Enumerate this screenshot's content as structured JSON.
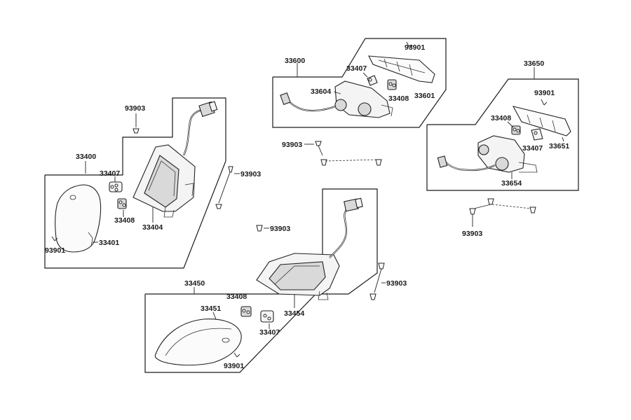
{
  "labels": {
    "g1_assembly": "33400",
    "g1_bulb": "33407",
    "g1_socket": "33408",
    "g1_housing": "33404",
    "g1_lens": "33401",
    "g1_screw_lens": "93901",
    "g1_screw_top": "93903",
    "g1_screw_right": "93903",
    "g2_assembly": "33600",
    "g2_bulb": "33407",
    "g2_housing": "33604",
    "g2_socket": "33408",
    "g2_lens": "33601",
    "g2_screw": "93901",
    "g2_mount_screw": "93903",
    "g3_assembly": "33650",
    "g3_screw": "93901",
    "g3_socket": "33408",
    "g3_bulb": "33407",
    "g3_lens": "33651",
    "g3_housing": "33654",
    "g3_mount_screw": "93903",
    "g4_assembly": "33450",
    "g4_lens": "33451",
    "g4_socket": "33408",
    "g4_bulb": "33407",
    "g4_housing": "33454",
    "g4_screw_lens": "93901",
    "g4_screw_top": "93903",
    "g4_screw_right": "93903"
  }
}
